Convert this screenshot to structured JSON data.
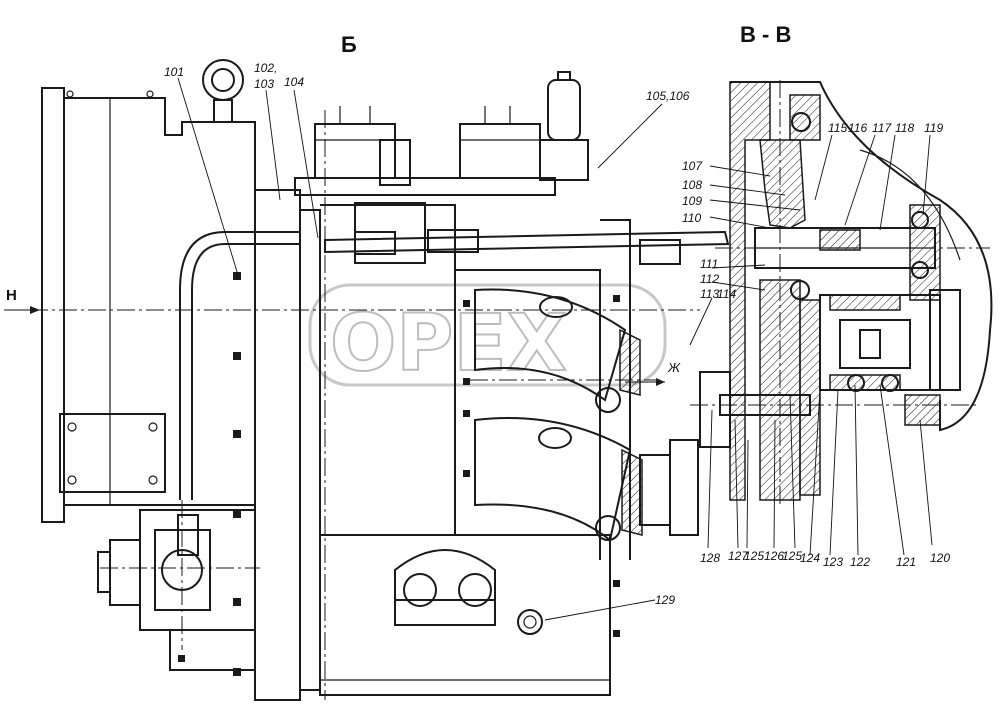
{
  "view_titles": {
    "left": "Б",
    "right": "В - В"
  },
  "arrow_labels": {
    "h": "Н",
    "zh": "Ж"
  },
  "watermark": "OPEX",
  "callouts": {
    "c101": "101",
    "c102": "102,",
    "c103": "103",
    "c104": "104",
    "c105": "105,106",
    "c107": "107",
    "c108": "108",
    "c109": "109",
    "c110": "110",
    "c111": "111",
    "c112": "112",
    "c113": "113",
    "c114": "114",
    "c115": "115",
    "c116": "116",
    "c117": "117",
    "c118": "118",
    "c119": "119",
    "c120": "120",
    "c121": "121",
    "c122": "122",
    "c123": "123",
    "c124": "124",
    "c125a": "125",
    "c126": "126",
    "c125b": "125",
    "c127": "127",
    "c128": "128",
    "c129": "129"
  }
}
